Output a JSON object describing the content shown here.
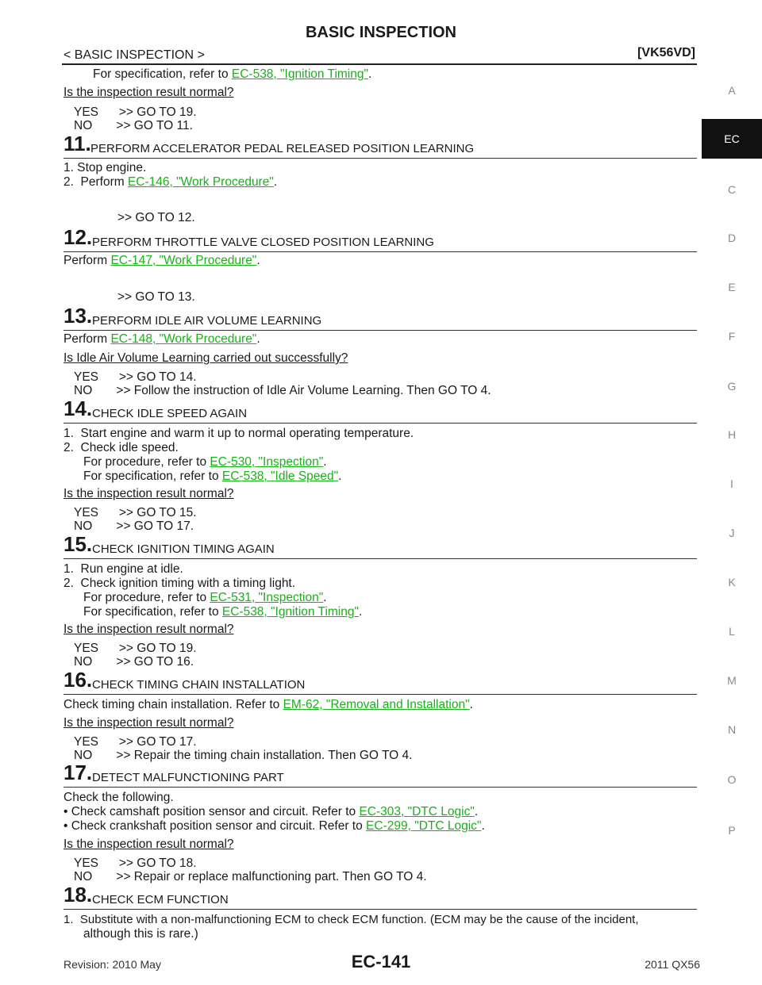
{
  "header": {
    "title": "BASIC INSPECTION",
    "breadcrumb": "< BASIC INSPECTION >",
    "model": "[VK56VD]"
  },
  "lines": {
    "spec_ign_1_pre": "For specification, refer to ",
    "spec_ign_1_link": "EC-538, \"Ignition Timing\"",
    "q_normal_1": "Is the inspection result normal?",
    "yes_19_a": "YES      >> GO TO 19.",
    "no_11": "NO       >> GO TO 11.",
    "s11_stop": "1.  Stop engine.",
    "s11_perf_pre": "2.  Perform ",
    "s11_perf_link": "EC-146, \"Work Procedure\"",
    "s11_goto": ">> GO TO 12.",
    "s12_perf_pre": "Perform ",
    "s12_perf_link": "EC-147, \"Work Procedure\"",
    "s12_goto": ">> GO TO 13.",
    "s13_perf_pre": "Perform ",
    "s13_perf_link": "EC-148, \"Work Procedure\"",
    "q_idle_air": "Is Idle Air Volume Learning carried out successfully?",
    "yes_14": "YES      >> GO TO 14.",
    "no_follow": "NO       >> Follow the instruction of Idle Air Volume Learning. Then GO TO 4.",
    "s14_1": "1.  Start engine and warm it up to normal operating temperature.",
    "s14_2": "2.  Check idle speed.",
    "s14_proc_pre": "For procedure, refer to ",
    "s14_proc_link": "EC-530, \"Inspection\"",
    "s14_spec_pre": "For specification, refer to ",
    "s14_spec_link": "EC-538, \"Idle Speed\"",
    "q_normal_2": "Is the inspection result normal?",
    "yes_15": "YES      >> GO TO 15.",
    "no_17": "NO       >> GO TO 17.",
    "s15_1": "1.  Run engine at idle.",
    "s15_2": "2.  Check ignition timing with a timing light.",
    "s15_proc_pre": "For procedure, refer to ",
    "s15_proc_link": "EC-531, \"Inspection\"",
    "s15_spec_pre": "For specification, refer to ",
    "s15_spec_link": "EC-538, \"Ignition Timing\"",
    "q_normal_3": "Is the inspection result normal?",
    "yes_19_b": "YES      >> GO TO 19.",
    "no_16": "NO       >> GO TO 16.",
    "s16_pre": "Check timing chain installation. Refer to ",
    "s16_link": "EM-62, \"Removal and Installation\"",
    "q_normal_4": "Is the inspection result normal?",
    "yes_17": "YES      >> GO TO 17.",
    "no_repair_chain": "NO       >> Repair the timing chain installation. Then GO TO 4.",
    "s17_check": "Check the following.",
    "s17_cam_pre": "• Check camshaft position sensor and circuit. Refer to ",
    "s17_cam_link": "EC-303, \"DTC Logic\"",
    "s17_crank_pre": "• Check crankshaft position sensor and circuit. Refer to ",
    "s17_crank_link": "EC-299, \"DTC Logic\"",
    "q_normal_5": "Is the inspection result normal?",
    "yes_18": "YES      >> GO TO 18.",
    "no_repair_part": "NO       >> Repair or replace malfunctioning part. Then GO TO 4.",
    "s18_1a": "1.  Substitute with a non-malfunctioning ECM to check ECM function. (ECM may be the cause of the incident,",
    "s18_1b": "although this is rare.)",
    "period": "."
  },
  "steps": {
    "s11": {
      "num": "11.",
      "title": "PERFORM ACCELERATOR PEDAL RELEASED POSITION LEARNING"
    },
    "s12": {
      "num": "12.",
      "title": "PERFORM THROTTLE VALVE CLOSED POSITION LEARNING"
    },
    "s13": {
      "num": "13.",
      "title": "PERFORM IDLE AIR VOLUME LEARNING"
    },
    "s14": {
      "num": "14.",
      "title": "CHECK IDLE SPEED AGAIN"
    },
    "s15": {
      "num": "15.",
      "title": "CHECK IGNITION TIMING AGAIN"
    },
    "s16": {
      "num": "16.",
      "title": "CHECK TIMING CHAIN INSTALLATION"
    },
    "s17": {
      "num": "17.",
      "title": "DETECT MALFUNCTIONING PART"
    },
    "s18": {
      "num": "18.",
      "title": "CHECK ECM FUNCTION"
    }
  },
  "side_tabs": [
    "A",
    "EC",
    "C",
    "D",
    "E",
    "F",
    "G",
    "H",
    "I",
    "J",
    "K",
    "L",
    "M",
    "N",
    "O",
    "P"
  ],
  "active_tab": "EC",
  "footer": {
    "revision": "Revision: 2010 May",
    "page": "EC-141",
    "model_year": "2011 QX56"
  }
}
